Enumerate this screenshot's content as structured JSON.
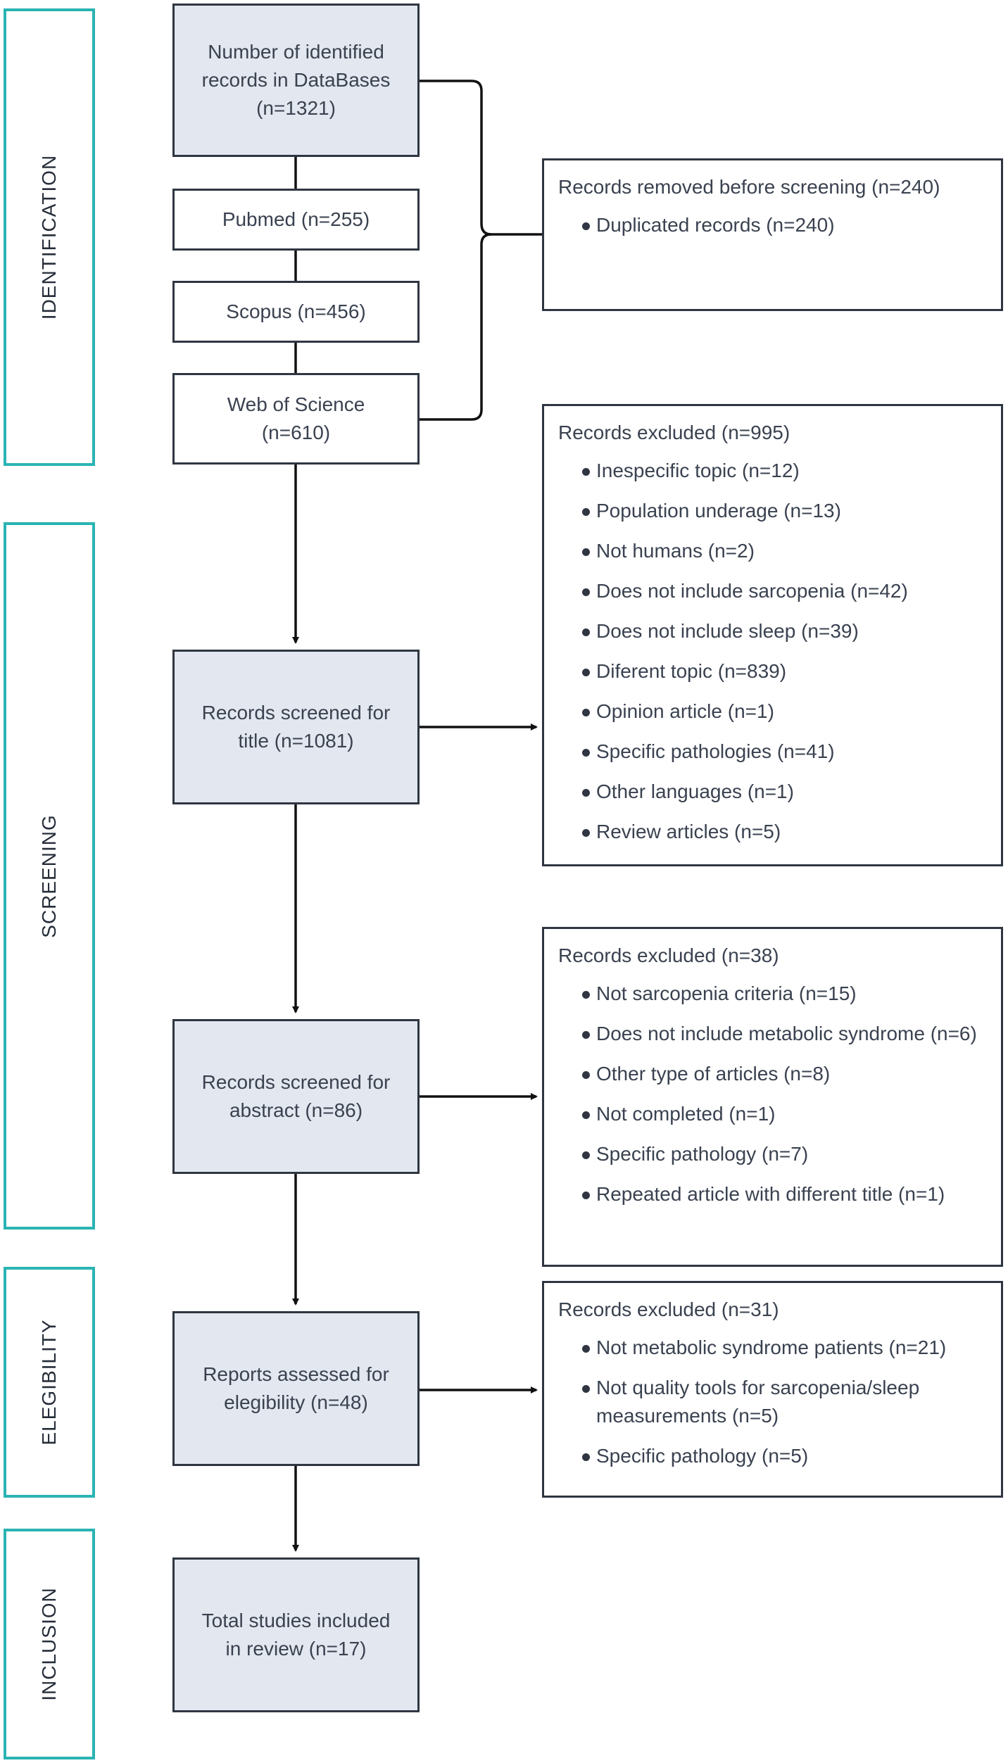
{
  "phases": {
    "identification": "IDENTIFICATION",
    "screening": "SCREENING",
    "elegibility": "ELEGIBILITY",
    "inclusion": "INCLUSION"
  },
  "identified": {
    "line1": "Number of identified",
    "line2": "records in DataBases",
    "line3": "(n=1321)"
  },
  "sources": {
    "pubmed": "Pubmed (n=255)",
    "scopus": "Scopus (n=456)",
    "wos_line1": "Web of Science",
    "wos_line2": "(n=610)"
  },
  "removed": {
    "title": "Records removed before screening (n=240)",
    "items": [
      "Duplicated records (n=240)"
    ]
  },
  "title_screen": {
    "line1": "Records screened for",
    "line2": "title (n=1081)"
  },
  "title_excluded": {
    "title": "Records excluded (n=995)",
    "items": [
      "Inespecific topic (n=12)",
      "Population underage (n=13)",
      "Not humans (n=2)",
      "Does not include sarcopenia (n=42)",
      "Does not include sleep (n=39)",
      "Diferent topic (n=839)",
      "Opinion article (n=1)",
      "Specific pathologies (n=41)",
      "Other languages (n=1)",
      "Review articles (n=5)"
    ]
  },
  "abstract_screen": {
    "line1": "Records screened for",
    "line2": "abstract (n=86)"
  },
  "abstract_excluded": {
    "title": "Records excluded (n=38)",
    "items": [
      "Not sarcopenia criteria (n=15)",
      "Does not include metabolic syndrome (n=6)",
      "Other type of articles (n=8)",
      "Not completed (n=1)",
      "Specific pathology (n=7)",
      "Repeated article with different title (n=1)"
    ]
  },
  "eligibility": {
    "line1": "Reports assessed for",
    "line2": "elegibility (n=48)"
  },
  "eligibility_excluded": {
    "title": "Records excluded (n=31)",
    "items": [
      "Not metabolic syndrome patients (n=21)",
      "Not quality tools for sarcopenia/sleep measurements (n=5)",
      "Specific pathology (n=5)"
    ]
  },
  "included": {
    "line1": "Total studies included",
    "line2": "in review (n=17)"
  },
  "colors": {
    "phase_border": "#2bb3b3",
    "box_fill": "#e3e7ef",
    "line": "#2f3642"
  }
}
